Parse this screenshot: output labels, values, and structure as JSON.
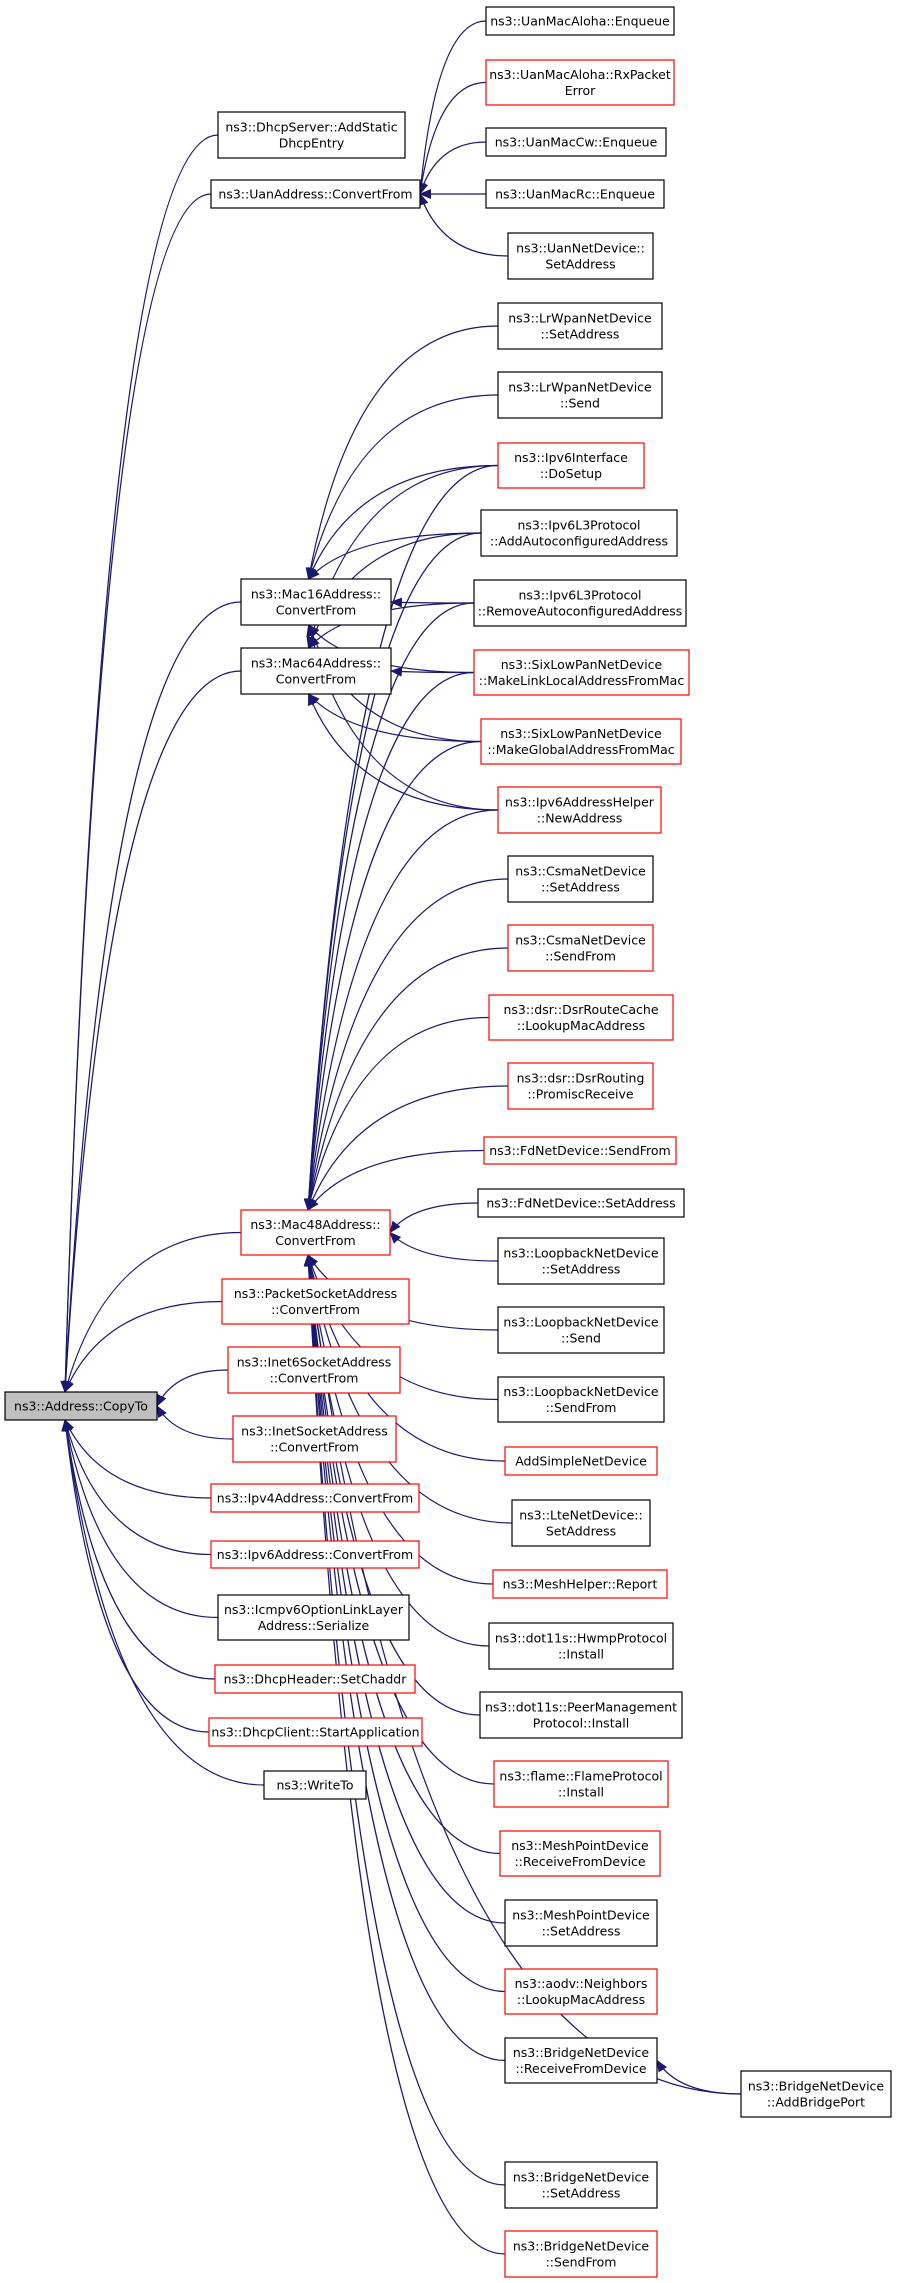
{
  "colors": {
    "edge": "#191970",
    "border_default": "#000000",
    "border_highlight": "#ff0000",
    "root_fill": "#bfbfbf",
    "background": "#ffffff"
  },
  "root": {
    "lines": [
      "ns3::Address::CopyTo"
    ]
  },
  "nodes": {
    "dhcpserver_addstatic": {
      "lines": [
        "ns3::DhcpServer::AddStatic",
        "DhcpEntry"
      ],
      "red": false
    },
    "uanaddress_convertfrom": {
      "lines": [
        "ns3::UanAddress::ConvertFrom"
      ],
      "red": false
    },
    "uanmacaloha_enqueue": {
      "lines": [
        "ns3::UanMacAloha::Enqueue"
      ],
      "red": false
    },
    "uanmacaloha_rxpacketerror": {
      "lines": [
        "ns3::UanMacAloha::RxPacket",
        "Error"
      ],
      "red": true
    },
    "uanmaccw_enqueue": {
      "lines": [
        "ns3::UanMacCw::Enqueue"
      ],
      "red": false
    },
    "uanmacrc_enqueue": {
      "lines": [
        "ns3::UanMacRc::Enqueue"
      ],
      "red": false
    },
    "uannetdevice_setaddress": {
      "lines": [
        "ns3::UanNetDevice::",
        "SetAddress"
      ],
      "red": false
    },
    "lrwpan_setaddress": {
      "lines": [
        "ns3::LrWpanNetDevice",
        "::SetAddress"
      ],
      "red": false
    },
    "lrwpan_send": {
      "lines": [
        "ns3::LrWpanNetDevice",
        "::Send"
      ],
      "red": false
    },
    "ipv6interface_dosetup": {
      "lines": [
        "ns3::Ipv6Interface",
        "::DoSetup"
      ],
      "red": true
    },
    "ipv6l3_addautoconf": {
      "lines": [
        "ns3::Ipv6L3Protocol",
        "::AddAutoconfiguredAddress"
      ],
      "red": false
    },
    "ipv6l3_removeautoconf": {
      "lines": [
        "ns3::Ipv6L3Protocol",
        "::RemoveAutoconfiguredAddress"
      ],
      "red": false
    },
    "mac16_convertfrom": {
      "lines": [
        "ns3::Mac16Address::",
        "ConvertFrom"
      ],
      "red": false
    },
    "mac64_convertfrom": {
      "lines": [
        "ns3::Mac64Address::",
        "ConvertFrom"
      ],
      "red": false
    },
    "sixlowpan_makelinklocal": {
      "lines": [
        "ns3::SixLowPanNetDevice",
        "::MakeLinkLocalAddressFromMac"
      ],
      "red": true
    },
    "sixlowpan_makeglobal": {
      "lines": [
        "ns3::SixLowPanNetDevice",
        "::MakeGlobalAddressFromMac"
      ],
      "red": true
    },
    "ipv6addresshelper_newaddress": {
      "lines": [
        "ns3::Ipv6AddressHelper",
        "::NewAddress"
      ],
      "red": true
    },
    "csma_setaddress": {
      "lines": [
        "ns3::CsmaNetDevice",
        "::SetAddress"
      ],
      "red": false
    },
    "csma_sendfrom": {
      "lines": [
        "ns3::CsmaNetDevice",
        "::SendFrom"
      ],
      "red": true
    },
    "dsrroutecache_lookupmac": {
      "lines": [
        "ns3::dsr::DsrRouteCache",
        "::LookupMacAddress"
      ],
      "red": true
    },
    "dsrrouting_promiscreceive": {
      "lines": [
        "ns3::dsr::DsrRouting",
        "::PromiscReceive"
      ],
      "red": true
    },
    "fdnetdevice_sendfrom": {
      "lines": [
        "ns3::FdNetDevice::SendFrom"
      ],
      "red": true
    },
    "fdnetdevice_setaddress": {
      "lines": [
        "ns3::FdNetDevice::SetAddress"
      ],
      "red": false
    },
    "mac48_convertfrom": {
      "lines": [
        "ns3::Mac48Address::",
        "ConvertFrom"
      ],
      "red": true
    },
    "loopback_setaddress": {
      "lines": [
        "ns3::LoopbackNetDevice",
        "::SetAddress"
      ],
      "red": false
    },
    "loopback_send": {
      "lines": [
        "ns3::LoopbackNetDevice",
        "::Send"
      ],
      "red": false
    },
    "loopback_sendfrom": {
      "lines": [
        "ns3::LoopbackNetDevice",
        "::SendFrom"
      ],
      "red": false
    },
    "addsimplenetdevice": {
      "lines": [
        "AddSimpleNetDevice"
      ],
      "red": true
    },
    "packetsocketaddress_convertfrom": {
      "lines": [
        "ns3::PacketSocketAddress",
        "::ConvertFrom"
      ],
      "red": true
    },
    "inet6socketaddress_convertfrom": {
      "lines": [
        "ns3::Inet6SocketAddress",
        "::ConvertFrom"
      ],
      "red": true
    },
    "inetsocketaddress_convertfrom": {
      "lines": [
        "ns3::InetSocketAddress",
        "::ConvertFrom"
      ],
      "red": true
    },
    "ltenetdevice_setaddress": {
      "lines": [
        "ns3::LteNetDevice::",
        "SetAddress"
      ],
      "red": false
    },
    "ipv4address_convertfrom": {
      "lines": [
        "ns3::Ipv4Address::ConvertFrom"
      ],
      "red": true
    },
    "ipv6address_convertfrom": {
      "lines": [
        "ns3::Ipv6Address::ConvertFrom"
      ],
      "red": true
    },
    "meshhelper_report": {
      "lines": [
        "ns3::MeshHelper::Report"
      ],
      "red": true
    },
    "icmpv6optionlinklayer_serialize": {
      "lines": [
        "ns3::Icmpv6OptionLinkLayer",
        "Address::Serialize"
      ],
      "red": false
    },
    "hwmpprotocol_install": {
      "lines": [
        "ns3::dot11s::HwmpProtocol",
        "::Install"
      ],
      "red": false
    },
    "dhcpheader_setchaddr": {
      "lines": [
        "ns3::DhcpHeader::SetChaddr"
      ],
      "red": true
    },
    "peermanagement_install": {
      "lines": [
        "ns3::dot11s::PeerManagement",
        "Protocol::Install"
      ],
      "red": false
    },
    "dhcpclient_startapplication": {
      "lines": [
        "ns3::DhcpClient::StartApplication"
      ],
      "red": true
    },
    "writeto": {
      "lines": [
        "ns3::WriteTo"
      ],
      "red": false
    },
    "flameprotocol_install": {
      "lines": [
        "ns3::flame::FlameProtocol",
        "::Install"
      ],
      "red": true
    },
    "meshpoint_receivefromdevice": {
      "lines": [
        "ns3::MeshPointDevice",
        "::ReceiveFromDevice"
      ],
      "red": true
    },
    "meshpoint_setaddress": {
      "lines": [
        "ns3::MeshPointDevice",
        "::SetAddress"
      ],
      "red": false
    },
    "aodvneighbors_lookupmac": {
      "lines": [
        "ns3::aodv::Neighbors",
        "::LookupMacAddress"
      ],
      "red": true
    },
    "bridge_receivefromdevice": {
      "lines": [
        "ns3::BridgeNetDevice",
        "::ReceiveFromDevice"
      ],
      "red": false
    },
    "bridge_addbridgeport": {
      "lines": [
        "ns3::BridgeNetDevice",
        "::AddBridgePort"
      ],
      "red": false
    },
    "bridge_setaddress": {
      "lines": [
        "ns3::BridgeNetDevice",
        "::SetAddress"
      ],
      "red": false
    },
    "bridge_sendfrom": {
      "lines": [
        "ns3::BridgeNetDevice",
        "::SendFrom"
      ],
      "red": true
    }
  },
  "edges": [
    [
      "dhcpserver_addstatic",
      "root"
    ],
    [
      "uanaddress_convertfrom",
      "root"
    ],
    [
      "mac16_convertfrom",
      "root"
    ],
    [
      "mac64_convertfrom",
      "root"
    ],
    [
      "mac48_convertfrom",
      "root"
    ],
    [
      "packetsocketaddress_convertfrom",
      "root"
    ],
    [
      "inet6socketaddress_convertfrom",
      "root"
    ],
    [
      "inetsocketaddress_convertfrom",
      "root"
    ],
    [
      "ipv4address_convertfrom",
      "root"
    ],
    [
      "ipv6address_convertfrom",
      "root"
    ],
    [
      "icmpv6optionlinklayer_serialize",
      "root"
    ],
    [
      "dhcpheader_setchaddr",
      "root"
    ],
    [
      "dhcpclient_startapplication",
      "root"
    ],
    [
      "writeto",
      "root"
    ],
    [
      "uanmacaloha_enqueue",
      "uanaddress_convertfrom"
    ],
    [
      "uanmacaloha_rxpacketerror",
      "uanaddress_convertfrom"
    ],
    [
      "uanmaccw_enqueue",
      "uanaddress_convertfrom"
    ],
    [
      "uanmacrc_enqueue",
      "uanaddress_convertfrom"
    ],
    [
      "uannetdevice_setaddress",
      "uanaddress_convertfrom"
    ],
    [
      "lrwpan_setaddress",
      "mac16_convertfrom"
    ],
    [
      "lrwpan_send",
      "mac16_convertfrom"
    ],
    [
      "ipv6interface_dosetup",
      "mac16_convertfrom"
    ],
    [
      "ipv6l3_addautoconf",
      "mac16_convertfrom"
    ],
    [
      "ipv6l3_removeautoconf",
      "mac16_convertfrom"
    ],
    [
      "sixlowpan_makelinklocal",
      "mac16_convertfrom"
    ],
    [
      "sixlowpan_makeglobal",
      "mac16_convertfrom"
    ],
    [
      "ipv6addresshelper_newaddress",
      "mac16_convertfrom"
    ],
    [
      "ipv6interface_dosetup",
      "mac64_convertfrom"
    ],
    [
      "ipv6l3_addautoconf",
      "mac64_convertfrom"
    ],
    [
      "ipv6l3_removeautoconf",
      "mac64_convertfrom"
    ],
    [
      "sixlowpan_makelinklocal",
      "mac64_convertfrom"
    ],
    [
      "sixlowpan_makeglobal",
      "mac64_convertfrom"
    ],
    [
      "ipv6addresshelper_newaddress",
      "mac64_convertfrom"
    ],
    [
      "ipv6interface_dosetup",
      "mac48_convertfrom"
    ],
    [
      "ipv6l3_addautoconf",
      "mac48_convertfrom"
    ],
    [
      "ipv6l3_removeautoconf",
      "mac48_convertfrom"
    ],
    [
      "sixlowpan_makelinklocal",
      "mac48_convertfrom"
    ],
    [
      "sixlowpan_makeglobal",
      "mac48_convertfrom"
    ],
    [
      "ipv6addresshelper_newaddress",
      "mac48_convertfrom"
    ],
    [
      "csma_setaddress",
      "mac48_convertfrom"
    ],
    [
      "csma_sendfrom",
      "mac48_convertfrom"
    ],
    [
      "dsrroutecache_lookupmac",
      "mac48_convertfrom"
    ],
    [
      "dsrrouting_promiscreceive",
      "mac48_convertfrom"
    ],
    [
      "fdnetdevice_sendfrom",
      "mac48_convertfrom"
    ],
    [
      "fdnetdevice_setaddress",
      "mac48_convertfrom"
    ],
    [
      "loopback_setaddress",
      "mac48_convertfrom"
    ],
    [
      "loopback_send",
      "mac48_convertfrom"
    ],
    [
      "loopback_sendfrom",
      "mac48_convertfrom"
    ],
    [
      "addsimplenetdevice",
      "mac48_convertfrom"
    ],
    [
      "ltenetdevice_setaddress",
      "mac48_convertfrom"
    ],
    [
      "meshhelper_report",
      "mac48_convertfrom"
    ],
    [
      "hwmpprotocol_install",
      "mac48_convertfrom"
    ],
    [
      "peermanagement_install",
      "mac48_convertfrom"
    ],
    [
      "flameprotocol_install",
      "mac48_convertfrom"
    ],
    [
      "meshpoint_receivefromdevice",
      "mac48_convertfrom"
    ],
    [
      "meshpoint_setaddress",
      "mac48_convertfrom"
    ],
    [
      "aodvneighbors_lookupmac",
      "mac48_convertfrom"
    ],
    [
      "bridge_receivefromdevice",
      "mac48_convertfrom"
    ],
    [
      "bridge_addbridgeport",
      "mac48_convertfrom"
    ],
    [
      "bridge_setaddress",
      "mac48_convertfrom"
    ],
    [
      "bridge_sendfrom",
      "mac48_convertfrom"
    ],
    [
      "bridge_addbridgeport",
      "bridge_receivefromdevice"
    ]
  ]
}
